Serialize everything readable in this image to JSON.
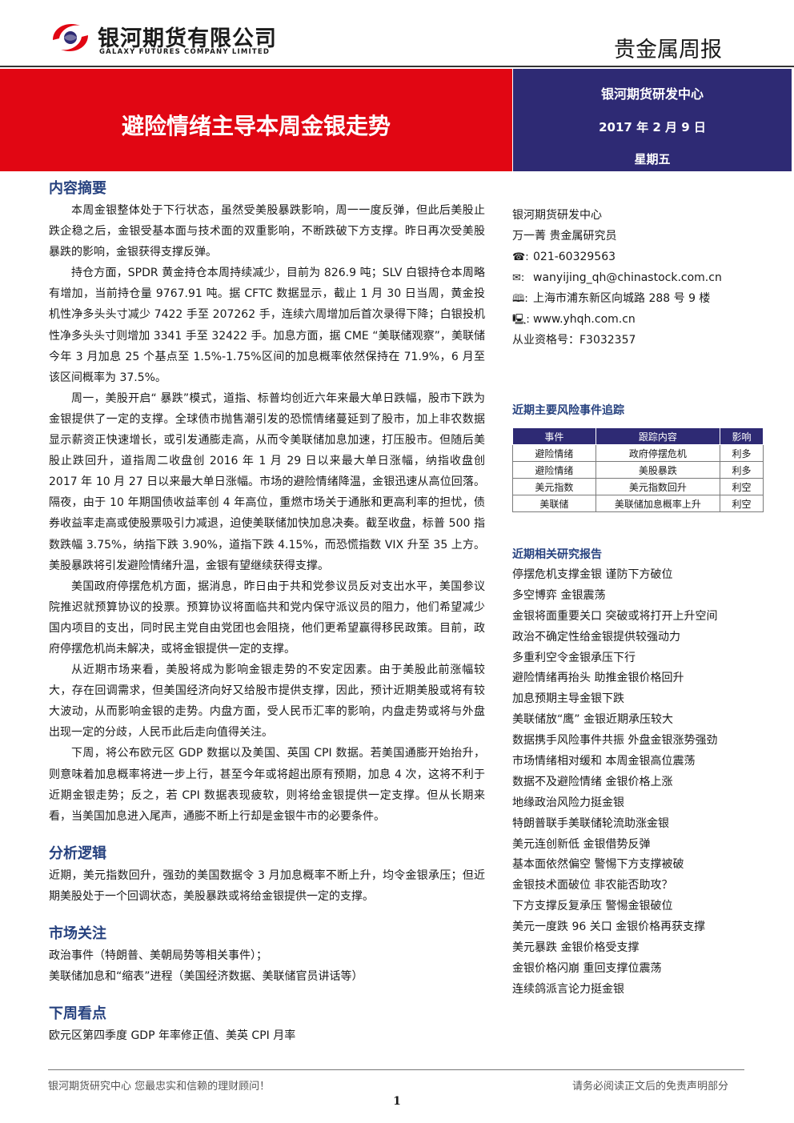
{
  "header": {
    "company_cn": "银河期货有限公司",
    "company_en": "GALAXY FUTURES COMPANY LIMITED",
    "report_type": "贵金属周报"
  },
  "banner": {
    "title": "避险情绪主导本周金银走势",
    "center": "银河期货研发中心",
    "date": "2017 年 2 月 9 日",
    "weekday": "星期五"
  },
  "summary": {
    "title": "内容摘要",
    "paragraphs": [
      "本周金银整体处于下行状态，虽然受美股暴跌影响，周一一度反弹，但此后美股止跌企稳之后，金银受基本面与技术面的双重影响，不断跌破下方支撑。昨日再次受美股暴跌的影响，金银获得支撑反弹。",
      "持仓方面，SPDR 黄金持仓本周持续减少，目前为 826.9 吨；SLV 白银持仓本周略有增加，当前持仓量 9767.91 吨。据 CFTC 数据显示，截止 1 月 30 日当周，黄金投机性净多头头寸减少 7422 手至 207262 手，连续六周增加后首次录得下降；白银投机性净多头头寸则增加 3341 手至 32422 手。加息方面，据 CME “美联储观察”，美联储今年 3 月加息 25 个基点至 1.5%-1.75%区间的加息概率依然保持在 71.9%，6 月至该区间概率为 37.5%。",
      "周一，美股开启“ 暴跌”模式，道指、标普均创近六年来最大单日跌幅，股市下跌为金银提供了一定的支撑。全球债市抛售潮引发的恐慌情绪蔓延到了股市，加上非农数据显示薪资正快速增长，或引发通膨走高，从而令美联储加息加速，打压股市。但随后美股止跌回升，道指周二收盘创 2016 年 1 月 29 日以来最大单日涨幅，纳指收盘创 2017 年 10 月 27 日以来最大单日涨幅。市场的避险情绪降温，金银迅速从高位回落。隔夜，由于 10 年期国债收益率创 4 年高位，重燃市场关于通胀和更高利率的担忧，债券收益率走高或使股票吸引力减退，迫使美联储加快加息决奏。截至收盘，标普 500 指数跌幅 3.75%，纳指下跌 3.90%，道指下跌 4.15%，而恐慌指数 VIX 升至 35 上方。美股暴跌将引发避险情绪升温，金银有望继续获得支撑。",
      "美国政府停摆危机方面，据消息，昨日由于共和党参议员反对支出水平，美国参议院推迟就预算协议的投票。预算协议将面临共和党内保守派议员的阻力，他们希望减少国内项目的支出，同时民主党自由党团也会阻挠，他们更希望赢得移民政策。目前，政府停摆危机尚未解决，或将金银提供一定的支撑。",
      "从近期市场来看，美股将成为影响金银走势的不安定因素。由于美股此前涨幅较大，存在回调需求，但美国经济向好又给股市提供支撑，因此，预计近期美股或将有较大波动，从而影响金银的走势。内盘方面，受人民币汇率的影响，内盘走势或将与外盘出现一定的分歧，人民币此后走向值得关注。",
      "下周，将公布欧元区 GDP 数据以及美国、英国 CPI 数据。若美国通膨开始抬升，则意味着加息概率将进一步上行，甚至今年或将超出原有预期，加息 4 次，这将不利于近期金银走势；反之，若 CPI 数据表现疲软，则将给金银提供一定支撑。但从长期来看，当美国加息进入尾声，通膨不断上行却是金银牛市的必要条件。"
    ]
  },
  "logic": {
    "title": "分析逻辑",
    "text": "近期，美元指数回升，强劲的美国数据令 3 月加息概率不断上升，均令金银承压；但近期美股处于一个回调状态，美股暴跌或将给金银提供一定的支撑。"
  },
  "focus": {
    "title": "市场关注",
    "items": [
      "政治事件（特朗普、美朝局势等相关事件）；",
      "美联储加息和“缩表”进程（美国经济数据、美联储官员讲话等）"
    ]
  },
  "next_week": {
    "title": "下周看点",
    "text": "欧元区第四季度 GDP 年率修正值、美英 CPI 月率"
  },
  "contact": {
    "org": "银河期货研发中心",
    "analyst": "万一菁    贵金属研究员",
    "phone": "021-60329563",
    "email": "wanyijing_qh@chinastock.com.cn",
    "address": "上海市浦东新区向城路 288 号 9 楼",
    "website": "www.yhqh.com.cn",
    "license": "从业资格号：F3032357",
    "phone_icon": "☎:",
    "email_icon": "✉:",
    "address_icon": "🕮:",
    "website_icon": "🖳:"
  },
  "risk": {
    "title": "近期主要风险事件追踪",
    "headers": [
      "事件",
      "跟踪内容",
      "影响"
    ],
    "rows": [
      [
        "避险情绪",
        "政府停摆危机",
        "利多"
      ],
      [
        "避险情绪",
        "美股暴跌",
        "利多"
      ],
      [
        "美元指数",
        "美元指数回升",
        "利空"
      ],
      [
        "美联储",
        "美联储加息概率上升",
        "利空"
      ]
    ]
  },
  "reports": {
    "title": "近期相关研究报告",
    "items": [
      "停摆危机支撑金银  谨防下方破位",
      "多空博弈  金银震荡",
      "金银将面重要关口  突破或将打开上升空间",
      "政治不确定性给金银提供较强动力",
      "多重利空令金银承压下行",
      "避险情绪再抬头  助推金银价格回升",
      "加息预期主导金银下跌",
      "美联储放“鹰”    金银近期承压较大",
      "数据携手风险事件共振  外盘金银涨势强劲",
      "市场情绪相对缓和  本周金银高位震荡",
      "数据不及避险情绪  金银价格上涨",
      "地缘政治风险力挺金银",
      "特朗普联手美联储轮流助涨金银",
      "美元连创新低  金银借势反弹",
      "基本面依然偏空  警惕下方支撑被破",
      "金银技术面破位  非农能否助攻？",
      "下方支撑反复承压  警惕金银破位",
      "美元一度跌 96  关口  金银价格再获支撑",
      "美元暴跌  金银价格受支撑",
      "金银价格闪崩  重回支撑位震荡",
      "连续鸽派言论力挺金银"
    ]
  },
  "footer": {
    "left": "银河期货研究中心  您最忠实和信赖的理财顾问！",
    "right": "请务必阅读正文后的免责声明部分",
    "page": "1"
  },
  "colors": {
    "brand_red": "#e10613",
    "brand_blue": "#2e2a74",
    "heading_blue": "#27427f"
  }
}
